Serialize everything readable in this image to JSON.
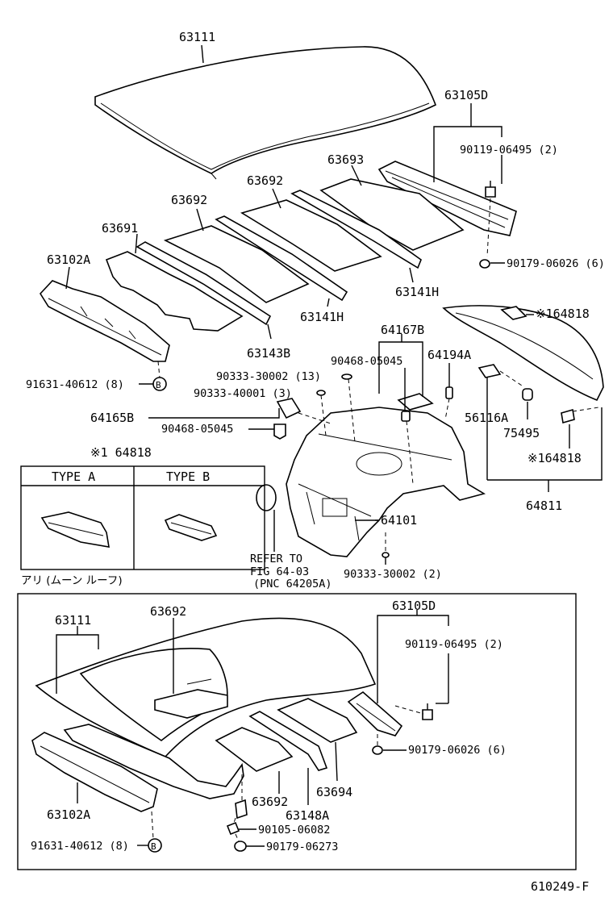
{
  "upper": {
    "roof_panel": "63111",
    "rear_rail": "63105D",
    "bolt_2": "90119-06495 (2)",
    "clip_6": "90179-06026 (6)",
    "silencer_front": "63691",
    "silencer_692_a": "63692",
    "silencer_692_b": "63692",
    "silencer_693": "63693",
    "front_rail": "63102A",
    "bow_141h_a": "63141H",
    "bow_141h_b": "63141H",
    "bow_143b": "63143B",
    "bolt_8": "91631-40612 (8)",
    "marker_b": "B"
  },
  "middle": {
    "ref_164818_a": "※164818",
    "ref_164818_b": "※164818",
    "part_64167b": "64167B",
    "part_90468_a": "90468-05045",
    "part_90468_b": "90468-05045",
    "part_64194a": "64194A",
    "part_90333_13": "90333-30002 (13)",
    "part_90333_3": "90333-40001 (3)",
    "part_64165b": "64165B",
    "part_56116a": "56116A",
    "part_75495": "75495",
    "part_64811": "64811",
    "part_64101": "64101",
    "part_90333_2": "90333-30002 (2)",
    "refer_line1": "REFER TO",
    "refer_line2": "FIG 64-03",
    "refer_line3": "(PNC 64205A)"
  },
  "type_box": {
    "title": "※1 64818",
    "type_a": "TYPE A",
    "type_b": "TYPE B",
    "caption": "アリ (ムーン ルーフ)"
  },
  "lower": {
    "roof_panel": "63111",
    "sunroof_692": "63692",
    "rear_rail": "63105D",
    "bolt_2": "90119-06495 (2)",
    "clip_6": "90179-06026 (6)",
    "silencer_694": "63694",
    "silencer_692": "63692",
    "bow_148a": "63148A",
    "front_rail": "63102A",
    "clip_82": "90105-06082",
    "clip_273": "90179-06273",
    "bolt_8": "91631-40612 (8)",
    "marker_b": "B"
  },
  "footer": {
    "drawing_id": "610249-F"
  }
}
